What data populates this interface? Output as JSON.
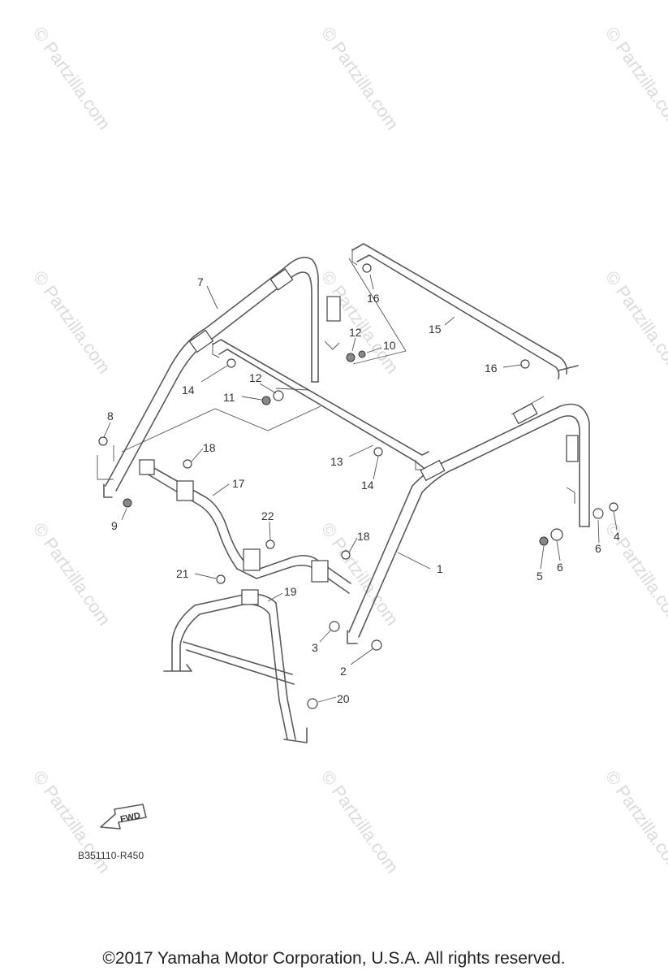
{
  "watermark": "© Partzilla.com",
  "diagram_code": "B351110-R450",
  "fwd_label": "FWD",
  "copyright": "©2017  Yamaha Motor Corporation, U.S.A. All rights reserved.",
  "callouts": {
    "c1": "1",
    "c2": "2",
    "c3": "3",
    "c4": "4",
    "c5": "5",
    "c6a": "6",
    "c6b": "6",
    "c7": "7",
    "c8": "8",
    "c9": "9",
    "c10": "10",
    "c11": "11",
    "c12a": "12",
    "c12b": "12",
    "c13": "13",
    "c14a": "14",
    "c14b": "14",
    "c15": "15",
    "c16a": "16",
    "c16b": "16",
    "c17": "17",
    "c18a": "18",
    "c18b": "18",
    "c19": "19",
    "c20": "20",
    "c21": "21",
    "c22": "22"
  }
}
